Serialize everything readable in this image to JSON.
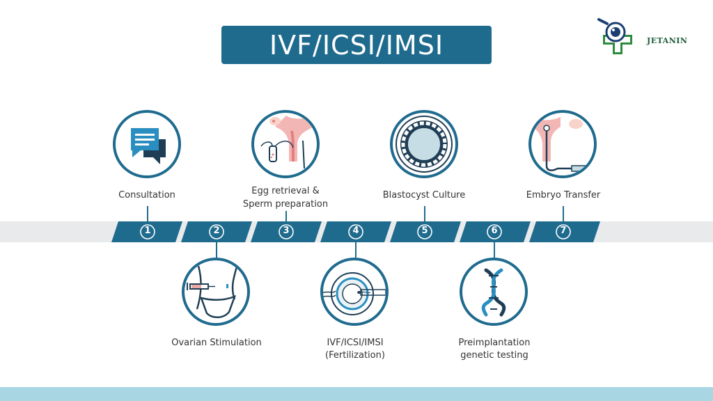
{
  "title": "IVF/ICSI/IMSI",
  "logo": {
    "text": "JETANIN"
  },
  "colors": {
    "primary": "#1f6b8e",
    "band": "#e9eaec",
    "bottom_bar": "#a9d6e3",
    "label_text": "#333333"
  },
  "steps": [
    {
      "number": "1",
      "label": "Consultation",
      "icon": "chat-bubbles-icon",
      "position": "above"
    },
    {
      "number": "2",
      "label": "Ovarian Stimulation",
      "icon": "injection-abdomen-icon",
      "position": "below"
    },
    {
      "number": "3",
      "label_line1": "Egg retrieval &",
      "label_line2": "Sperm preparation",
      "icon": "egg-retrieval-icon",
      "position": "above"
    },
    {
      "number": "4",
      "label_line1": "IVF/ICSI/IMSI",
      "label_line2": "(Fertilization)",
      "icon": "fertilization-icon",
      "position": "below"
    },
    {
      "number": "5",
      "label": "Blastocyst Culture",
      "icon": "blastocyst-icon",
      "position": "above"
    },
    {
      "number": "6",
      "label_line1": "Preimplantation",
      "label_line2": "genetic testing",
      "icon": "dna-icon",
      "position": "below"
    },
    {
      "number": "7",
      "label": "Embryo Transfer",
      "icon": "embryo-transfer-icon",
      "position": "above"
    }
  ]
}
